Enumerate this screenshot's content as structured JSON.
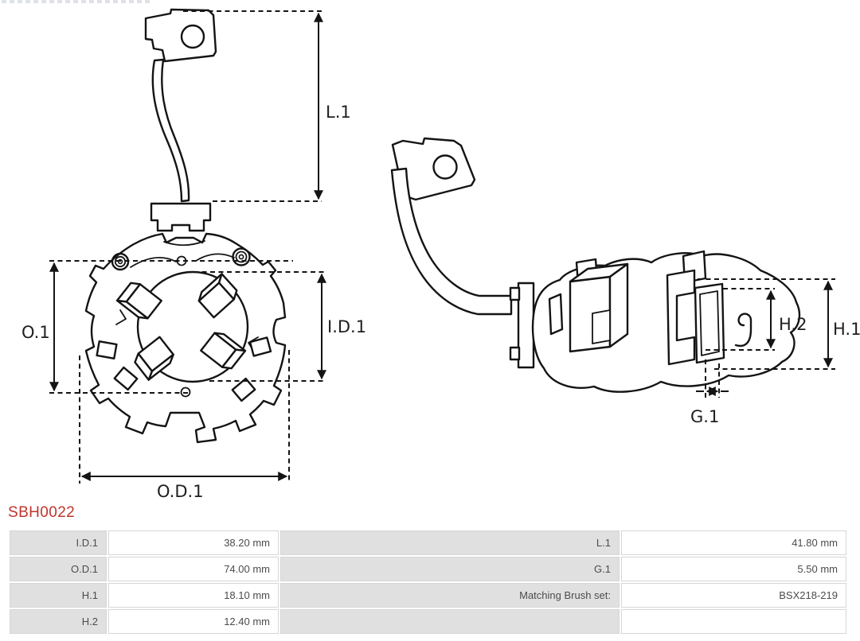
{
  "part": {
    "number": "SBH0022"
  },
  "colors": {
    "part_number_red": "#bf352c",
    "line_art": "#141414",
    "table_label_bg": "#e0e0e0",
    "table_border": "#d6d6d6",
    "table_text": "#4c4c4c"
  },
  "diagram": {
    "front_view_labels": {
      "l1": "L.1",
      "o1": "O.1",
      "id1": "I.D.1",
      "od1": "O.D.1"
    },
    "side_view_labels": {
      "h1": "H.1",
      "h2": "H.2",
      "g1": "G.1"
    }
  },
  "specs": {
    "rows": [
      {
        "label_left": "I.D.1",
        "value_left": "38.20 mm",
        "label_right": "L.1",
        "value_right": "41.80 mm"
      },
      {
        "label_left": "O.D.1",
        "value_left": "74.00 mm",
        "label_right": "G.1",
        "value_right": "5.50 mm"
      },
      {
        "label_left": "H.1",
        "value_left": "18.10 mm",
        "label_right": "Matching Brush set:",
        "value_right": "BSX218-219"
      },
      {
        "label_left": "H.2",
        "value_left": "12.40 mm",
        "label_right": "",
        "value_right": ""
      }
    ]
  }
}
